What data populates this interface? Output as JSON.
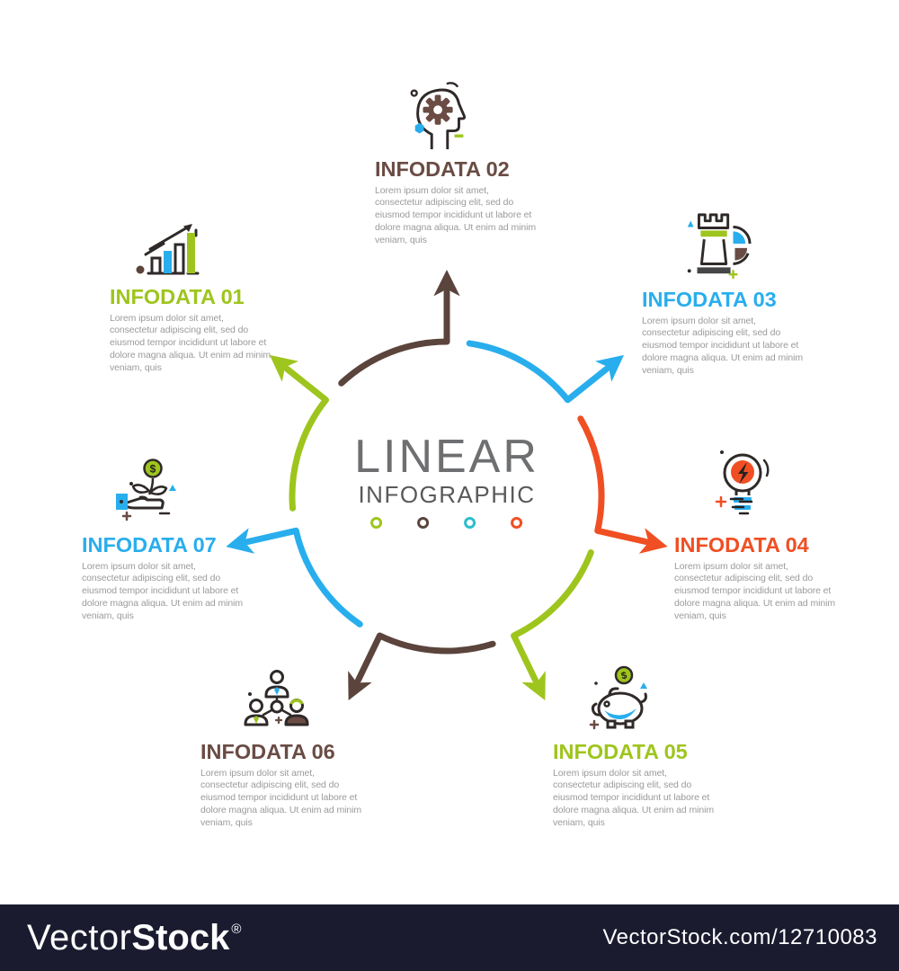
{
  "center": {
    "title": "LINEAR",
    "subtitle": "INFOGRAPHIC"
  },
  "items": [
    {
      "id": "01",
      "title": "INFODATA 01",
      "icon": "growth-bar-chart-icon",
      "color": "#9ec51d",
      "body": "Lorem ipsum dolor sit amet, consectetur adipiscing elit, sed do eiusmod tempor incididunt ut labore et dolore magna aliqua. Ut enim ad minim veniam, quis"
    },
    {
      "id": "02",
      "title": "INFODATA 02",
      "icon": "head-gear-icon",
      "color": "#6a4c44",
      "body": "Lorem ipsum dolor sit amet, consectetur adipiscing elit, sed do eiusmod tempor incididunt ut labore et dolore magna aliqua. Ut enim ad minim veniam, quis"
    },
    {
      "id": "03",
      "title": "INFODATA 03",
      "icon": "chess-rook-pie-icon",
      "color": "#29aeed",
      "body": "Lorem ipsum dolor sit amet, consectetur adipiscing elit, sed do eiusmod tempor incididunt ut labore et dolore magna aliqua. Ut enim ad minim veniam, quis"
    },
    {
      "id": "04",
      "title": "INFODATA 04",
      "icon": "lightbulb-energy-icon",
      "color": "#f04f24",
      "body": "Lorem ipsum dolor sit amet, consectetur adipiscing elit, sed do eiusmod tempor incididunt ut labore et dolore magna aliqua. Ut enim ad minim veniam, quis"
    },
    {
      "id": "05",
      "title": "INFODATA 05",
      "icon": "piggy-bank-icon",
      "color": "#9ec51d",
      "body": "Lorem ipsum dolor sit amet, consectetur adipiscing elit, sed do eiusmod tempor incididunt ut labore et dolore magna aliqua. Ut enim ad minim veniam, quis"
    },
    {
      "id": "06",
      "title": "INFODATA 06",
      "icon": "team-structure-icon",
      "color": "#6a4c44",
      "body": "Lorem ipsum dolor sit amet, consectetur adipiscing elit, sed do eiusmod tempor incididunt ut labore et dolore magna aliqua. Ut enim ad minim veniam, quis"
    },
    {
      "id": "07",
      "title": "INFODATA 07",
      "icon": "hand-money-plant-icon",
      "color": "#29aeed",
      "body": "Lorem ipsum dolor sit amet, consectetur adipiscing elit, sed do eiusmod tempor incididunt ut labore et dolore magna aliqua. Ut enim ad minim veniam, quis"
    }
  ],
  "icons": {
    "coin_symbol": "$"
  },
  "legend_dots": [
    "#9ec51d",
    "#5a443c",
    "#2abecd",
    "#f04f24"
  ],
  "wheel_colors": {
    "brown": "#5a443c",
    "blue": "#29aeed",
    "green": "#9ec51d",
    "orange": "#f04f24"
  },
  "watermark": {
    "brand_light": "Vector",
    "brand_bold": "Stock",
    "registered": "®",
    "url": "VectorStock.com/12710083"
  }
}
